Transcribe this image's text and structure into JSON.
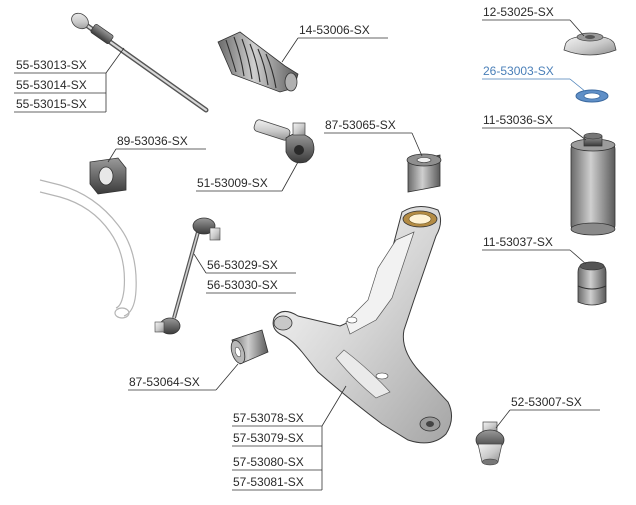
{
  "diagram": {
    "highlight_color": "#4a7fb8",
    "line_color": "#333333",
    "parts": [
      {
        "key": "p55_53013",
        "number": "55-53013-SX",
        "part_icon": "tie-rod-icon"
      },
      {
        "key": "p55_53014",
        "number": "55-53014-SX",
        "part_icon": "tie-rod-icon"
      },
      {
        "key": "p55_53015",
        "number": "55-53015-SX",
        "part_icon": "tie-rod-icon"
      },
      {
        "key": "p14_53006",
        "number": "14-53006-SX",
        "part_icon": "steering-boot-icon"
      },
      {
        "key": "p12_53025",
        "number": "12-53025-SX",
        "part_icon": "strut-mount-icon"
      },
      {
        "key": "p26_53003",
        "number": "26-53003-SX",
        "part_icon": "strut-bearing-icon",
        "highlighted": true
      },
      {
        "key": "p11_53036",
        "number": "11-53036-SX",
        "part_icon": "dust-boot-icon"
      },
      {
        "key": "p11_53037",
        "number": "11-53037-SX",
        "part_icon": "bump-stop-icon"
      },
      {
        "key": "p89_53036",
        "number": "89-53036-SX",
        "part_icon": "stabilizer-bushing-icon"
      },
      {
        "key": "p87_53065",
        "number": "87-53065-SX",
        "part_icon": "control-arm-bushing-icon"
      },
      {
        "key": "p51_53009",
        "number": "51-53009-SX",
        "part_icon": "tie-rod-end-icon"
      },
      {
        "key": "p56_53029",
        "number": "56-53029-SX",
        "part_icon": "stabilizer-link-icon"
      },
      {
        "key": "p56_53030",
        "number": "56-53030-SX",
        "part_icon": "stabilizer-link-icon"
      },
      {
        "key": "p87_53064",
        "number": "87-53064-SX",
        "part_icon": "control-arm-bushing-icon"
      },
      {
        "key": "p52_53007",
        "number": "52-53007-SX",
        "part_icon": "ball-joint-icon"
      },
      {
        "key": "p57_53078",
        "number": "57-53078-SX",
        "part_icon": "control-arm-icon"
      },
      {
        "key": "p57_53079",
        "number": "57-53079-SX",
        "part_icon": "control-arm-icon"
      },
      {
        "key": "p57_53080",
        "number": "57-53080-SX",
        "part_icon": "control-arm-icon"
      },
      {
        "key": "p57_53081",
        "number": "57-53081-SX",
        "part_icon": "control-arm-icon"
      }
    ]
  }
}
